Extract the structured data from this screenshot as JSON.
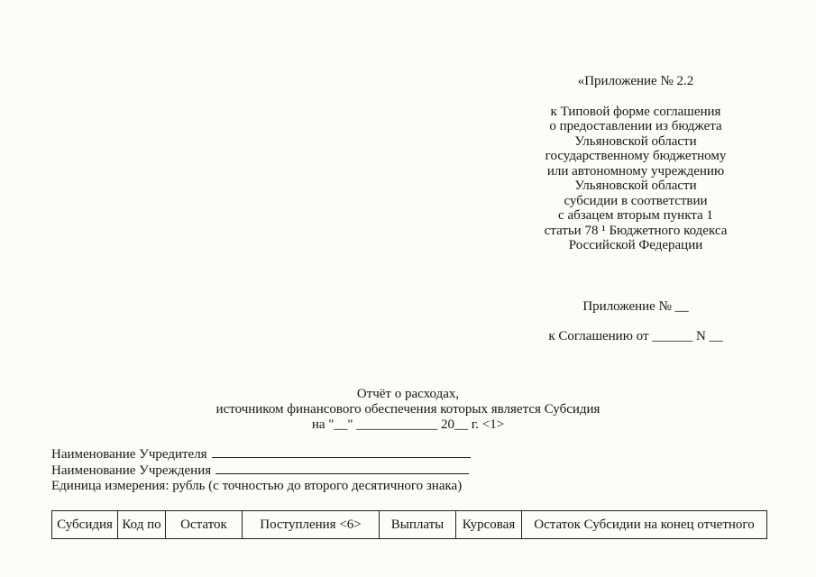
{
  "annex_header": {
    "title": "«Приложение № 2.2",
    "lines": [
      "к Типовой форме соглашения",
      "о предоставлении из бюджета",
      "Ульяновской области",
      "государственному бюджетному",
      "или автономному учреждению",
      "Ульяновской области",
      "субсидии в соответствии",
      "с абзацем вторым пункта 1",
      "статьи 78 ¹ Бюджетного кодекса",
      "Российской Федерации"
    ],
    "annex_number": "Приложение № __",
    "agreement": "к Соглашению от ______ N __"
  },
  "report": {
    "title_line1": "Отчёт о расходах,",
    "title_line2": "источником финансового обеспечения которых является Субсидия",
    "title_line3": "на \"__\" ____________ 20__ г. <1>"
  },
  "fields": {
    "founder_label": "Наименование Учредителя",
    "institution_label": "Наименование Учреждения",
    "unit_label": "Единица измерения: рубль (с точностью до второго десятичного знака)"
  },
  "table": {
    "headers": [
      "Субсидия",
      "Код по",
      "Остаток",
      "Поступления <6>",
      "Выплаты",
      "Курсовая",
      "Остаток Субсидии на конец отчетного"
    ]
  }
}
